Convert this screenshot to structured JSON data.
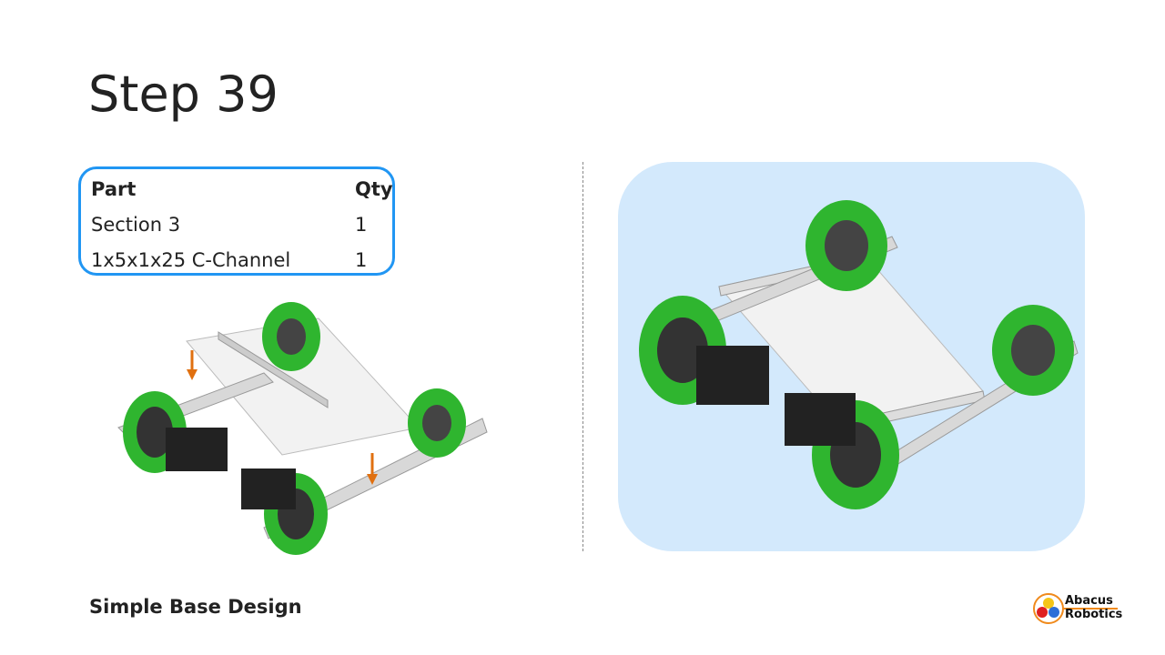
{
  "slide": {
    "title": "Step 39",
    "footer": "Simple Base Design"
  },
  "parts_table": {
    "headers": {
      "part": "Part",
      "qty": "Qty"
    },
    "rows": [
      {
        "part": "Section 3",
        "qty": "1"
      },
      {
        "part": "1x5x1x25 C-Channel",
        "qty": "1"
      }
    ]
  },
  "logo": {
    "line1": "Abacus",
    "line2": "Robotics"
  },
  "colors": {
    "accent_border": "#2196f3",
    "panel_bg": "#d3e9fc",
    "wheel": "#2fb52f",
    "arrow": "#e07010",
    "logo_line": "#f08a1c"
  }
}
